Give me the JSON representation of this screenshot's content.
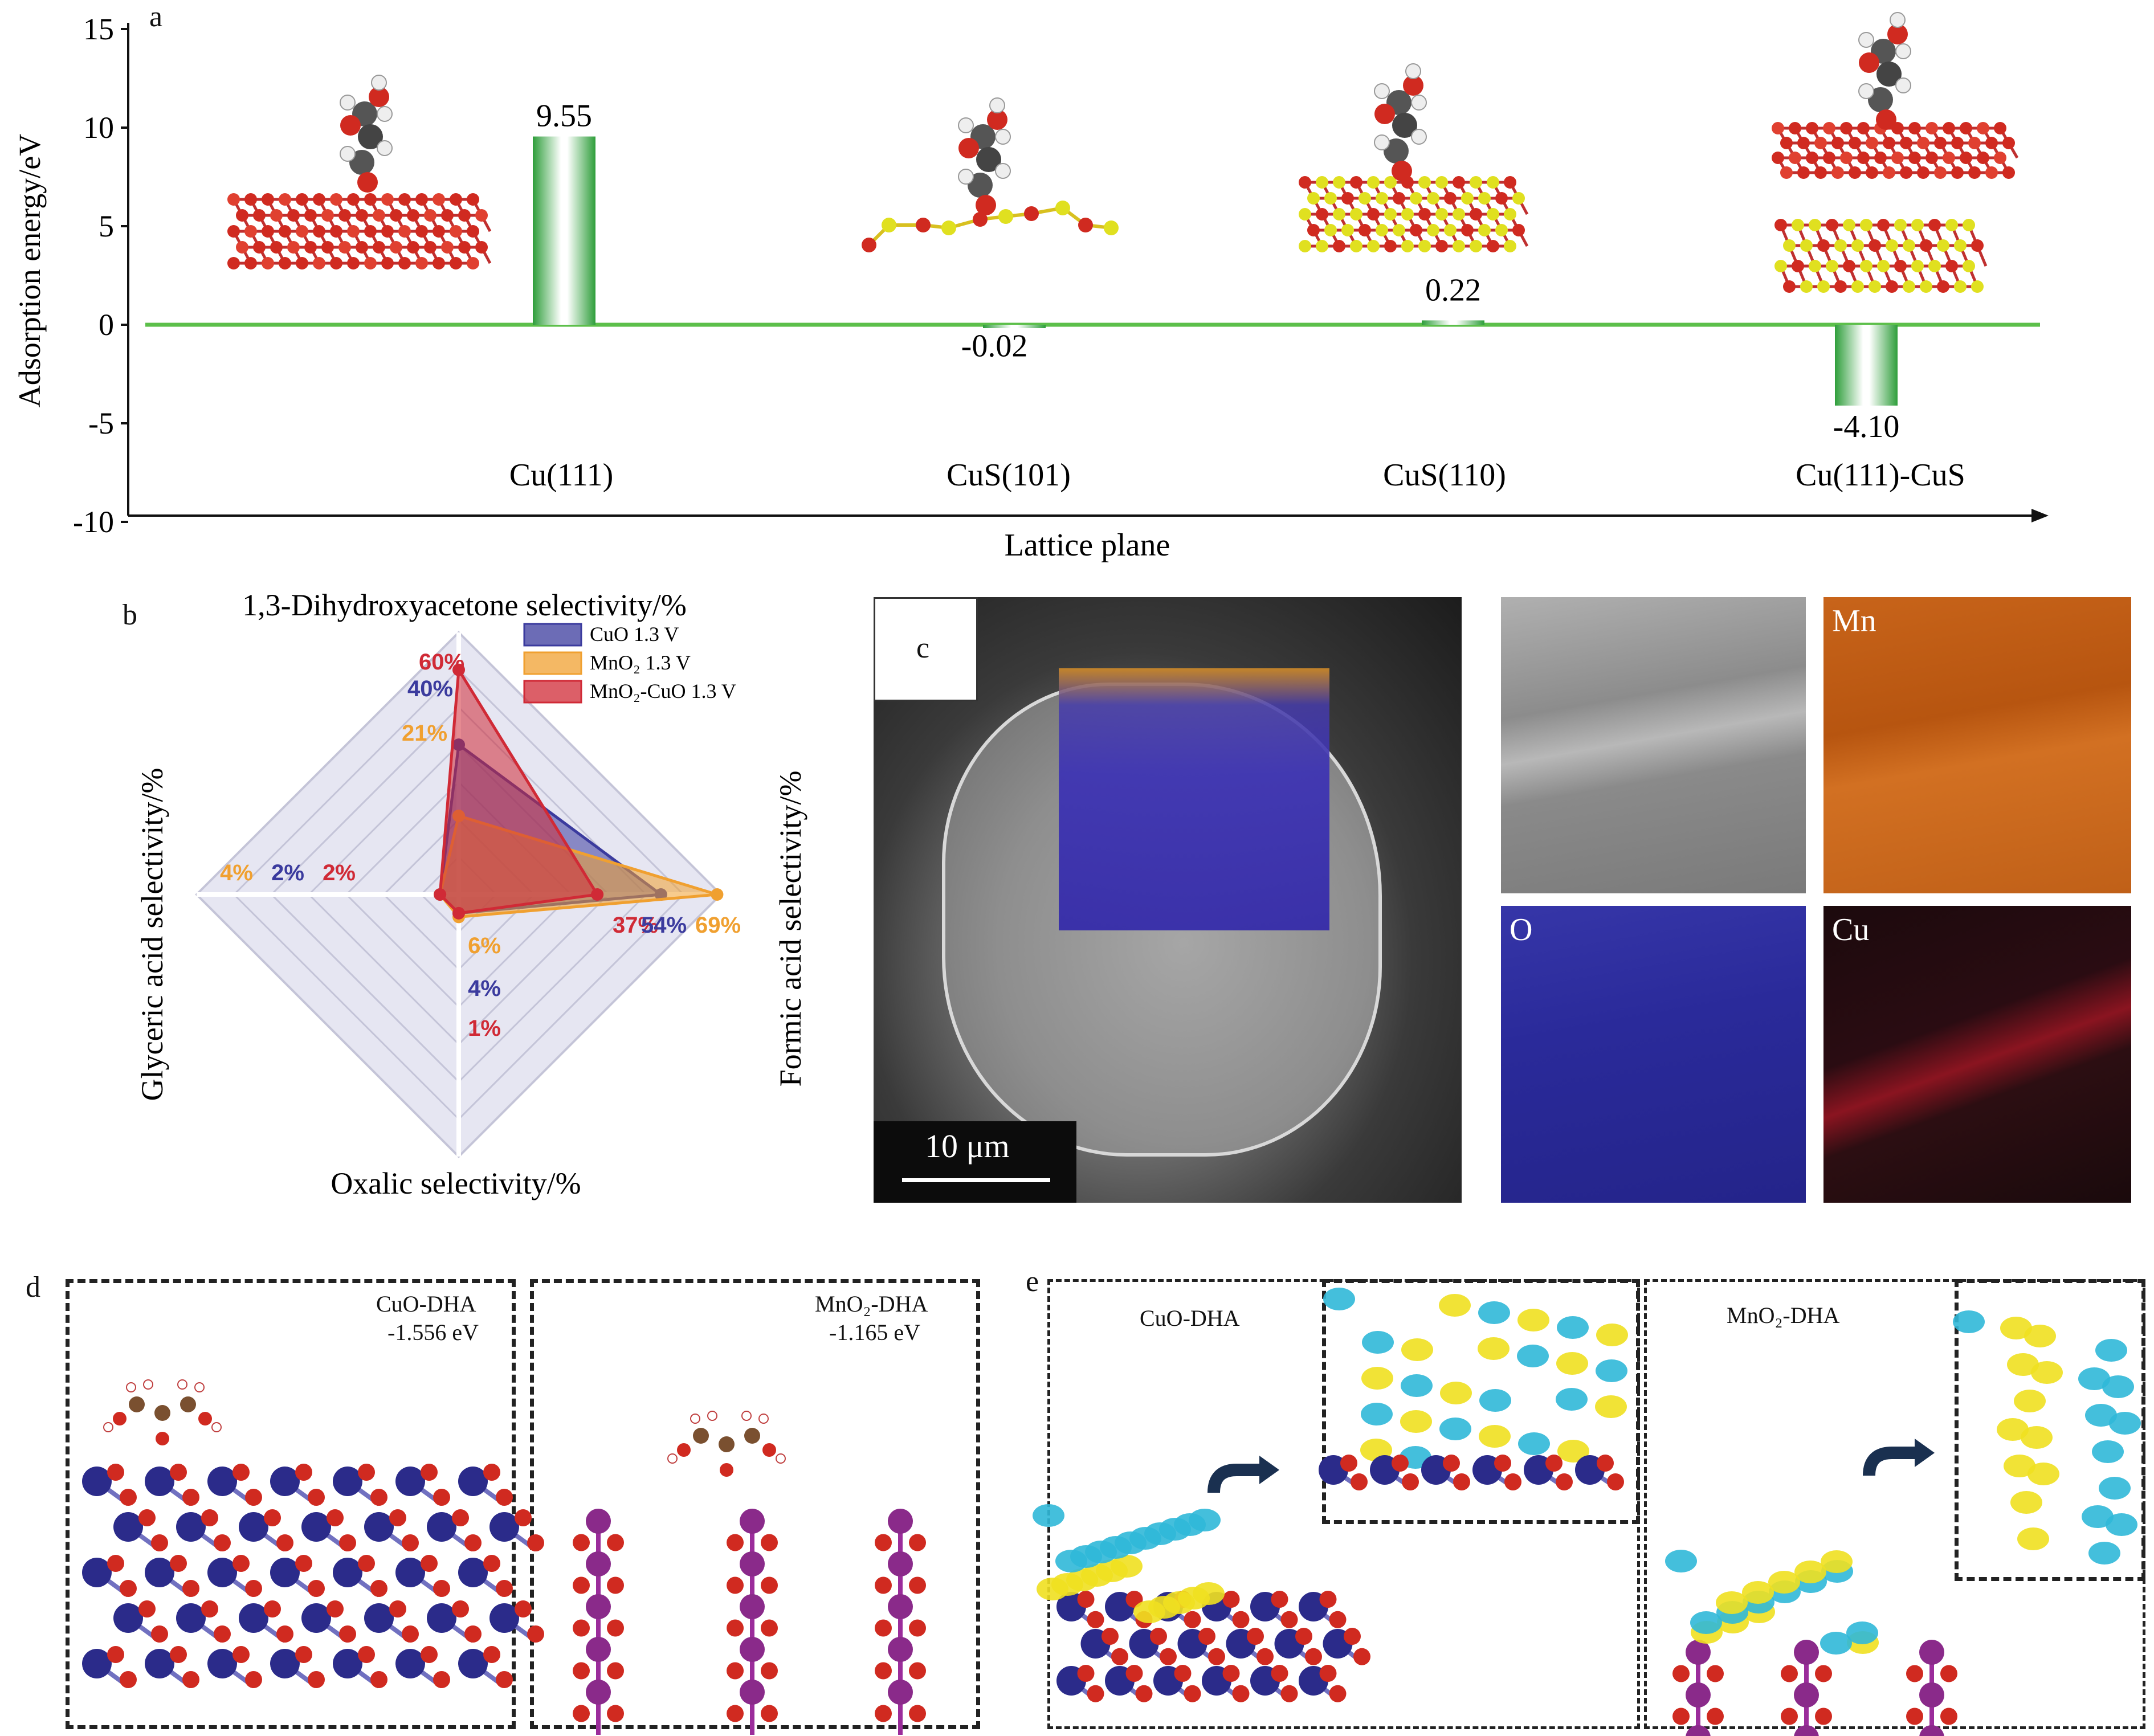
{
  "panel_labels": {
    "a": "a",
    "b": "b",
    "c": "c",
    "d": "d",
    "e": "e"
  },
  "chart_data": [
    {
      "type": "bar",
      "title": "",
      "xlabel": "Lattice plane",
      "ylabel": "Adsorption energy/eV",
      "ylim": [
        -10,
        15
      ],
      "yticks": [
        "15",
        "10",
        "5",
        "0",
        "-5",
        "-10"
      ],
      "categories": [
        "Cu(111)",
        "CuS(101)",
        "CuS(110)",
        "Cu(111)-CuS"
      ],
      "values": [
        9.55,
        -0.02,
        0.22,
        -4.1
      ],
      "value_labels": [
        "9.55",
        "-0.02",
        "0.22",
        "-4.10"
      ],
      "bar_color": "#2e9e3a",
      "zero_line_color": "#5cbf4a"
    },
    {
      "type": "radar",
      "axes": [
        "1,3-Dihydroxyacetone selectivity/%",
        "Formic acid selectivity/%",
        "Oxalic selectivity/%",
        "Glyceric acid selectivity/%"
      ],
      "legend_placement": "top-right",
      "series": [
        {
          "name": "CuO 1.3 V",
          "color": "#3b3b9e",
          "values": [
            40,
            54,
            4,
            2
          ],
          "labels": [
            "40%",
            "54%",
            "4%",
            "2%"
          ]
        },
        {
          "name": "MnO₂ 1.3 V",
          "color": "#f0a030",
          "values": [
            21,
            69,
            6,
            4
          ],
          "labels": [
            "21%",
            "69%",
            "6%",
            "4%"
          ]
        },
        {
          "name": "MnO₂-CuO 1.3 V",
          "color": "#d02a36",
          "values": [
            60,
            37,
            1,
            2
          ],
          "labels": [
            "60%",
            "37%",
            "1%",
            "2%"
          ]
        }
      ]
    }
  ],
  "micrograph": {
    "scale_bar": "10 μm",
    "box_label": "c",
    "elements": {
      "mn": "Mn",
      "o": "O",
      "cu": "Cu"
    },
    "colors": {
      "mn": "#c8641a",
      "o": "#2a2a9a",
      "cu": "#8a1420"
    }
  },
  "structures_d": {
    "cuo": {
      "name": "CuO-DHA",
      "energy": "-1.556 eV"
    },
    "mno2": {
      "name": "MnO₂-DHA",
      "energy": "-1.165 eV"
    }
  },
  "structures_e": {
    "cuo": {
      "name": "CuO-DHA"
    },
    "mno2": {
      "name": "MnO₂-DHA"
    }
  }
}
